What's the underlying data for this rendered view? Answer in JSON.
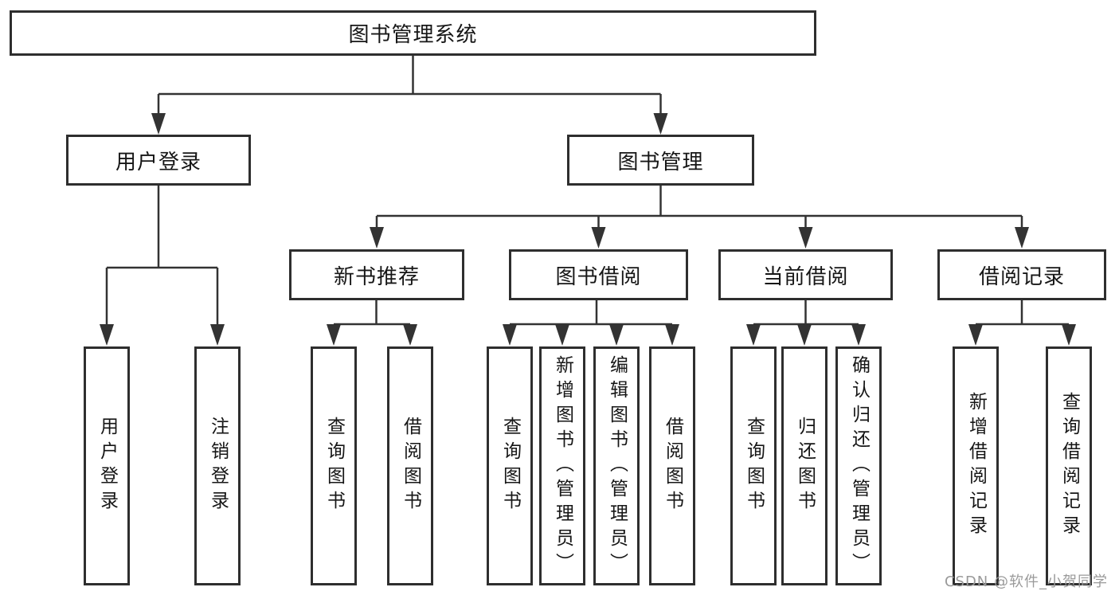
{
  "diagram_title": "图书管理系统",
  "tree": {
    "root": {
      "label": "图书管理系统",
      "children": [
        {
          "label": "用户登录",
          "children": [
            {
              "label": "用户登录"
            },
            {
              "label": "注销登录"
            }
          ]
        },
        {
          "label": "图书管理",
          "children": [
            {
              "label": "新书推荐",
              "children": [
                {
                  "label": "查询图书"
                },
                {
                  "label": "借阅图书"
                }
              ]
            },
            {
              "label": "图书借阅",
              "children": [
                {
                  "label": "查询图书"
                },
                {
                  "label": "新增图书（管理员）"
                },
                {
                  "label": "编辑图书（管理员）"
                },
                {
                  "label": "借阅图书"
                }
              ]
            },
            {
              "label": "当前借阅",
              "children": [
                {
                  "label": "查询图书"
                },
                {
                  "label": "归还图书"
                },
                {
                  "label": "确认归还（管理员）"
                }
              ]
            },
            {
              "label": "借阅记录",
              "children": [
                {
                  "label": "新增借阅记录"
                },
                {
                  "label": "查询借阅记录"
                }
              ]
            }
          ]
        }
      ]
    }
  },
  "watermark": "CSDN @软件_小贺同学",
  "colors": {
    "line": "#333333",
    "box_border": "#2e2e2e",
    "text": "#161616",
    "background": "#ffffff",
    "watermark": "#9a9a9a"
  }
}
